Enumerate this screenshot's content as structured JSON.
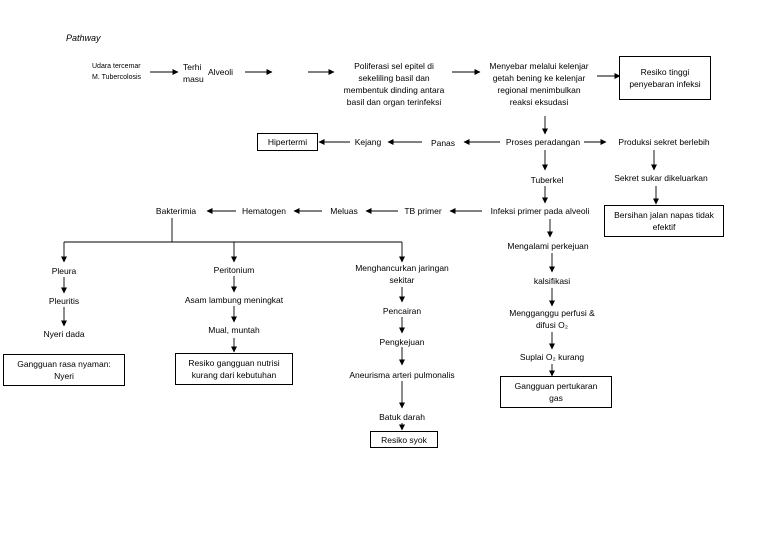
{
  "title": "Pathway",
  "nodes": {
    "udara": "Udara tercemar\nM. Tubercolosis",
    "terhirup": "Terhi\nmasu",
    "alveoli": "Alveoli",
    "proliferasi": "Poliferasi sel epitel di\nsekeliling basil dan\nmembentuk dinding antara\nbasil dan organ terinfeksi",
    "menyebar": "Menyebar melalui kelenjar\ngetah bening ke kelenjar\nregional menimbulkan\nreaksi eksudasi",
    "resiko_penyebaran": "Resiko tinggi\npenyebaran infeksi",
    "proses_peradangan": "Proses peradangan",
    "produksi_sekret": "Produksi sekret berlebih",
    "panas": "Panas",
    "kejang": "Kejang",
    "hipertermi": "Hipertermi",
    "tuberkel": "Tuberkel",
    "sekret_sukar": "Sekret sukar dikeluarkan",
    "bersihan": "Bersihan jalan napas tidak\nefektif",
    "infeksi_primer": "Infeksi primer pada alveoli",
    "tb_primer": "TB primer",
    "meluas": "Meluas",
    "hematogen": "Hematogen",
    "bakterimia": "Bakterimia",
    "mengalami_perkejuan": "Mengalami perkejuan",
    "kalsifikasi": "kalsifikasi",
    "mengganggu_perfusi": "Mengganggu perfusi &\ndifusi O₂",
    "suplai_o2": "Suplai O₂ kurang",
    "gangguan_pertukaran": "Gangguan pertukaran\ngas",
    "pleura": "Pleura",
    "pleuritis": "Pleuritis",
    "nyeri_dada": "Nyeri dada",
    "gangguan_nyaman": "Gangguan rasa nyaman:\nNyeri",
    "peritonium": "Peritonium",
    "asam_lambung": "Asam lambung meningkat",
    "mual": "Mual, muntah",
    "resiko_nutrisi": "Resiko gangguan nutrisi\nkurang dari kebutuhan",
    "menghancurkan": "Menghancurkan jaringan\nsekitar",
    "pencairan": "Pencairan",
    "pengkejuan": "Pengkejuan",
    "aneurisma": "Aneurisma arteri pulmonalis",
    "batuk_darah": "Batuk darah",
    "resiko_syok": "Resiko syok"
  }
}
